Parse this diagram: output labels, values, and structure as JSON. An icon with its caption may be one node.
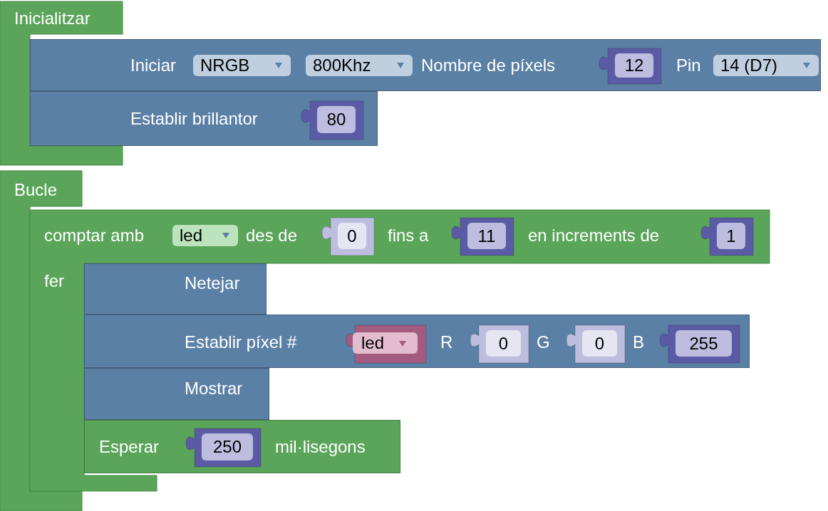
{
  "diagram": {
    "nodes": [
      {
        "text": [
          "Inicialitzar"
        ]
      },
      {
        "text": [
          "Iniciar",
          "Nombre de píxels",
          "Pin"
        ]
      },
      {
        "text": [
          "NRGB"
        ],
        "in": 1
      },
      {
        "text": [
          "800Khz"
        ],
        "in": 1
      },
      {
        "text": [
          "12"
        ],
        "in": 1
      },
      {
        "text": [
          "14 (D7)"
        ],
        "in": 1
      },
      {
        "text": [
          "Establir brillantor"
        ]
      },
      {
        "text": [
          "80"
        ],
        "in": 6
      },
      {
        "text": [
          "Bucle"
        ]
      },
      {
        "text": [
          "comptar amb",
          "des de",
          "fins a",
          "en increments de",
          "fer"
        ]
      },
      {
        "text": [
          "led"
        ],
        "in": 9
      },
      {
        "text": [
          "0"
        ],
        "in": 9
      },
      {
        "text": [
          "11"
        ],
        "in": 9
      },
      {
        "text": [
          "1"
        ],
        "in": 9
      },
      {
        "text": [
          "Netejar"
        ],
        "in": 9
      },
      {
        "text": [
          "Establir píxel #",
          "R",
          "G",
          "B"
        ],
        "in": 9
      },
      {
        "text": [
          "led"
        ],
        "in": 15
      },
      {
        "text": [
          "0"
        ],
        "in": 15
      },
      {
        "text": [
          "0"
        ],
        "in": 15
      },
      {
        "text": [
          "255"
        ],
        "in": 15
      },
      {
        "text": [
          "Mostrar"
        ],
        "in": 9
      },
      {
        "text": [
          "Esperar",
          "mil·lisegons"
        ],
        "in": 9
      },
      {
        "text": [
          "250"
        ],
        "in": 21
      }
    ]
  }
}
